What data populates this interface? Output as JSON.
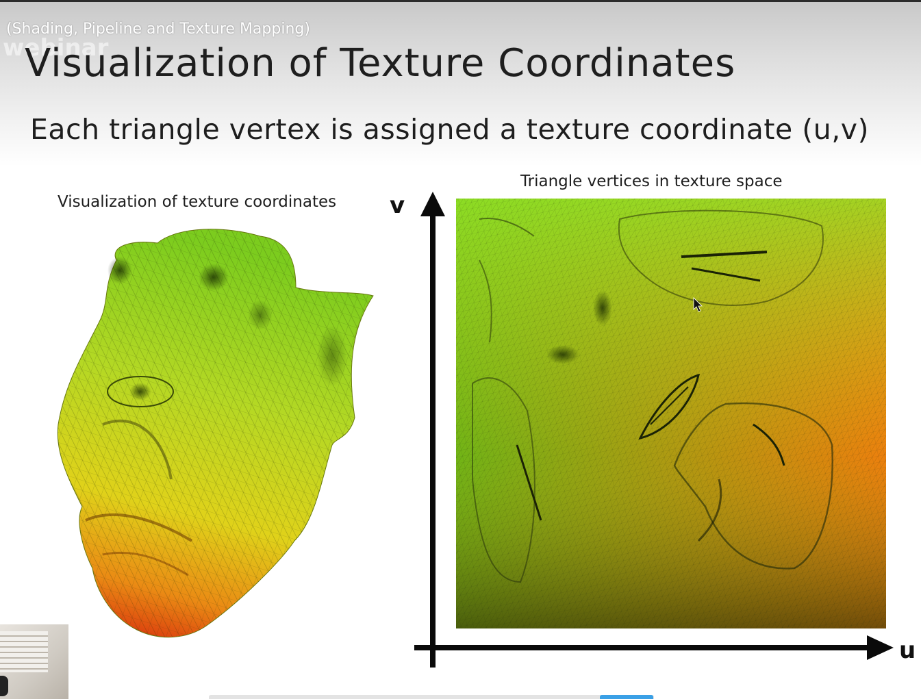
{
  "video": {
    "title": "(Shading, Pipeline and Texture Mapping)",
    "watermark": "webinar"
  },
  "slide": {
    "title": "Visualization of Texture Coordinates",
    "subtitle": "Each triangle vertex is assigned a texture coordinate (u,v)",
    "left_caption": "Visualization of texture coordinates",
    "right_caption": "Triangle vertices in texture space",
    "axis_v": "v",
    "axis_u": "u"
  },
  "player": {
    "progress": 0.88
  },
  "colors": {
    "green": "#4fc418",
    "yellow_green": "#b5dc22",
    "yellow": "#e0d21a",
    "orange": "#e88214",
    "red": "#d81c0c",
    "dark": "#1a0f00"
  },
  "icons": [
    "mouse-cursor-icon",
    "arrow-up-icon",
    "arrow-right-icon"
  ]
}
